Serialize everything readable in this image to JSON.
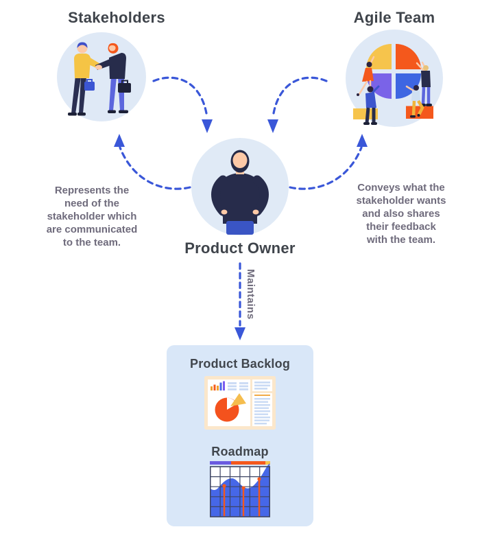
{
  "diagram": {
    "nodes": {
      "stakeholders": {
        "label": "Stakeholders",
        "icon": "handshake-illustration"
      },
      "agile_team": {
        "label": "Agile Team",
        "icon": "team-building-pie-chart-illustration"
      },
      "product_owner": {
        "label": "Product Owner",
        "icon": "man-hands-on-hips-illustration"
      }
    },
    "artifacts": {
      "product_backlog": {
        "label": "Product Backlog",
        "icon": "report-document-illustration"
      },
      "roadmap": {
        "label": "Roadmap",
        "icon": "timeline-area-chart-illustration"
      }
    },
    "annotations": {
      "left_note": {
        "lines": [
          "Represents the",
          "need of the",
          "stakeholder which",
          "are communicated",
          "to the team."
        ]
      },
      "right_note": {
        "lines": [
          "Conveys what the",
          "stakeholder wants",
          "and also shares",
          "their feedback",
          "with the team."
        ]
      },
      "maintains_label": "Maintains"
    },
    "colors": {
      "arrow_blue": "#3a57d8",
      "circle_background": "#dfe9f6",
      "panel_background": "#d9e7f8",
      "heading_text": "#3f444b",
      "note_text": "#6f6b7c",
      "navy": "#272c4b",
      "accent_orange": "#f4581c",
      "accent_yellow": "#f6c44c",
      "accent_purple": "#7a63e8",
      "accent_blue": "#3e66e2",
      "skin": "#fdc9a7",
      "document_cream": "#fbe7cb"
    }
  }
}
